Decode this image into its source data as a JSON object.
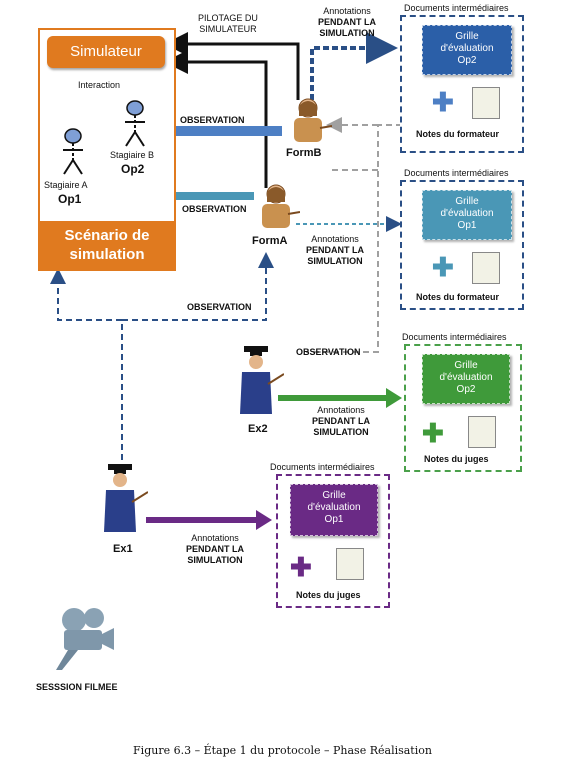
{
  "diagram": {
    "simulateur": "Simulateur",
    "interaction": "Interaction",
    "stagiaire_a": "Stagiaire A",
    "op1": "Op1",
    "stagiaire_b": "Stagiaire B",
    "op2": "Op2",
    "scenario_line1": "Scénario de",
    "scenario_line2": "simulation",
    "pilotage_line1": "PILOTAGE DU",
    "pilotage_line2": "SIMULATEUR",
    "observation": "OBSERVATION",
    "formB": "FormB",
    "formA": "FormA",
    "ex1": "Ex1",
    "ex2": "Ex2",
    "annotations": "Annotations",
    "pendant_la": "PENDANT LA",
    "simulation_caps": "SIMULATION",
    "pendant_la_simulation": "PENDANT LA SIMULATION",
    "docs_title": "Documents intermédiaires",
    "grille": "Grille",
    "d_evaluation": "d'évaluation",
    "notes_formateur": "Notes du formateur",
    "notes_juges": "Notes du juges",
    "session_filmee": "SESSSION FILMEE"
  },
  "docs": [
    {
      "op": "Op2",
      "notes": "Notes du formateur",
      "color": "#2b5fa8",
      "border": "#2a4f86"
    },
    {
      "op": "Op1",
      "notes": "Notes du formateur",
      "color": "#4a97b6",
      "border": "#2a4f86"
    },
    {
      "op": "Op2",
      "notes": "Notes du juges",
      "color": "#3f9a3a",
      "border": "#4aa04a"
    },
    {
      "op": "Op1",
      "notes": "Notes du juges",
      "color": "#6a2a85",
      "border": "#6a2a85"
    }
  ],
  "caption": "Figure 6.3 – Étape 1 du protocole – Phase Réalisation",
  "colors": {
    "orange": "#e07a1f",
    "blue_arrow": "#4d7fc4",
    "teal_arrow": "#4a97b6",
    "dark_blue": "#2a4f86",
    "green": "#3f9a3a",
    "purple": "#6a2a85",
    "grey_dashed": "#a0a0a0"
  }
}
